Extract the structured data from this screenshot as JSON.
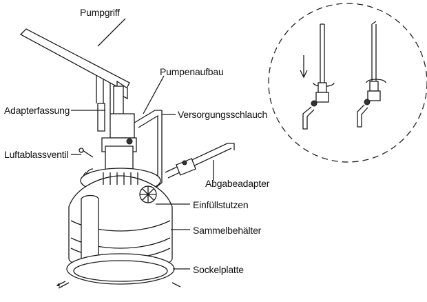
{
  "labels": {
    "pump_handle": "Pumpgriff",
    "pump_assembly": "Pumpenaufbau",
    "adapter_holder": "Adapterfassung",
    "supply_hose": "Versorgungsschlauch",
    "air_release_valve": "Luftablassventil",
    "dispensing_adapter": "Abgabeadapter",
    "filler_neck": "Einfüllstutzen",
    "collection_tank": "Sammelbehälter",
    "base_plate": "Sockelplatte"
  }
}
